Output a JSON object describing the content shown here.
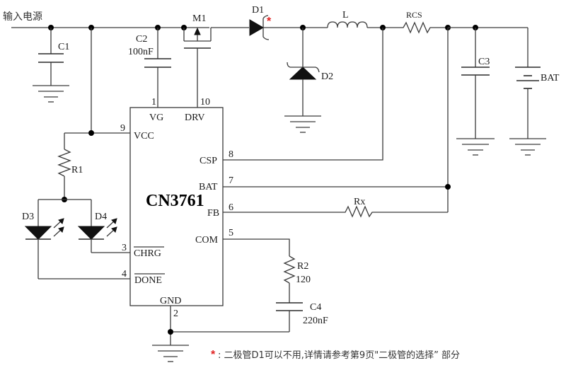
{
  "title": "CN3761 典型应用电路",
  "input_label": "输入电源",
  "ic": {
    "name": "CN3761",
    "pins": {
      "vg": {
        "num": "1",
        "name": "VG"
      },
      "drv": {
        "num": "10",
        "name": "DRV"
      },
      "vcc": {
        "num": "9",
        "name": "VCC"
      },
      "csp": {
        "num": "8",
        "name": "CSP"
      },
      "bat": {
        "num": "7",
        "name": "BAT"
      },
      "fb": {
        "num": "6",
        "name": "FB"
      },
      "com": {
        "num": "5",
        "name": "COM"
      },
      "chrg": {
        "num": "3",
        "name": "CHRG"
      },
      "done": {
        "num": "4",
        "name": "DONE"
      },
      "gnd": {
        "num": "2",
        "name": "GND"
      }
    }
  },
  "components": {
    "c1": {
      "ref": "C1"
    },
    "c2": {
      "ref": "C2",
      "value": "100nF"
    },
    "m1": {
      "ref": "M1"
    },
    "d1": {
      "ref": "D1",
      "mark": "*"
    },
    "d2": {
      "ref": "D2"
    },
    "l": {
      "ref": "L"
    },
    "rcs": {
      "ref": "RCS"
    },
    "c3": {
      "ref": "C3"
    },
    "bat": {
      "ref": "BAT"
    },
    "r1": {
      "ref": "R1"
    },
    "d3": {
      "ref": "D3"
    },
    "d4": {
      "ref": "D4"
    },
    "rx": {
      "ref": "Rx"
    },
    "r2": {
      "ref": "R2",
      "value": "120"
    },
    "c4": {
      "ref": "C4",
      "value": "220nF"
    }
  },
  "footnote": {
    "mark": "*",
    "text": ": 二极管D1可以不用,详情请参考第9页\"二极管的选择”  部分"
  },
  "colors": {
    "wire": "#3a3a3a",
    "accent_mark": "#e02020"
  }
}
